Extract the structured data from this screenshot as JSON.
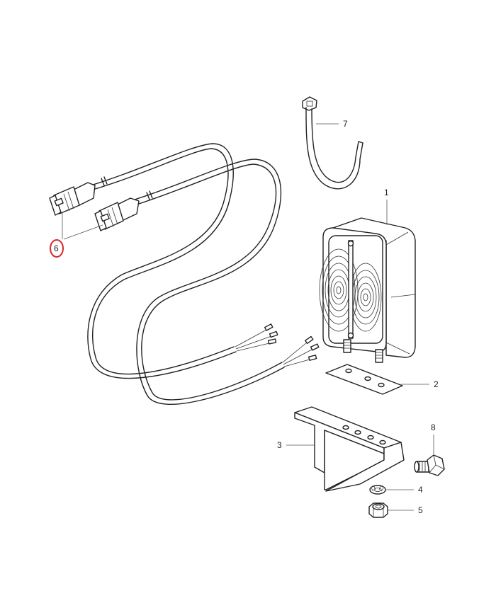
{
  "callouts": [
    {
      "id": "1",
      "label": "1"
    },
    {
      "id": "2",
      "label": "2"
    },
    {
      "id": "3",
      "label": "3"
    },
    {
      "id": "4",
      "label": "4"
    },
    {
      "id": "5",
      "label": "5"
    },
    {
      "id": "6",
      "label": "6",
      "highlighted": true
    },
    {
      "id": "7",
      "label": "7"
    },
    {
      "id": "8",
      "label": "8"
    }
  ],
  "colors": {
    "line": "#222222",
    "highlight": "#d62828",
    "background": "#ffffff"
  }
}
